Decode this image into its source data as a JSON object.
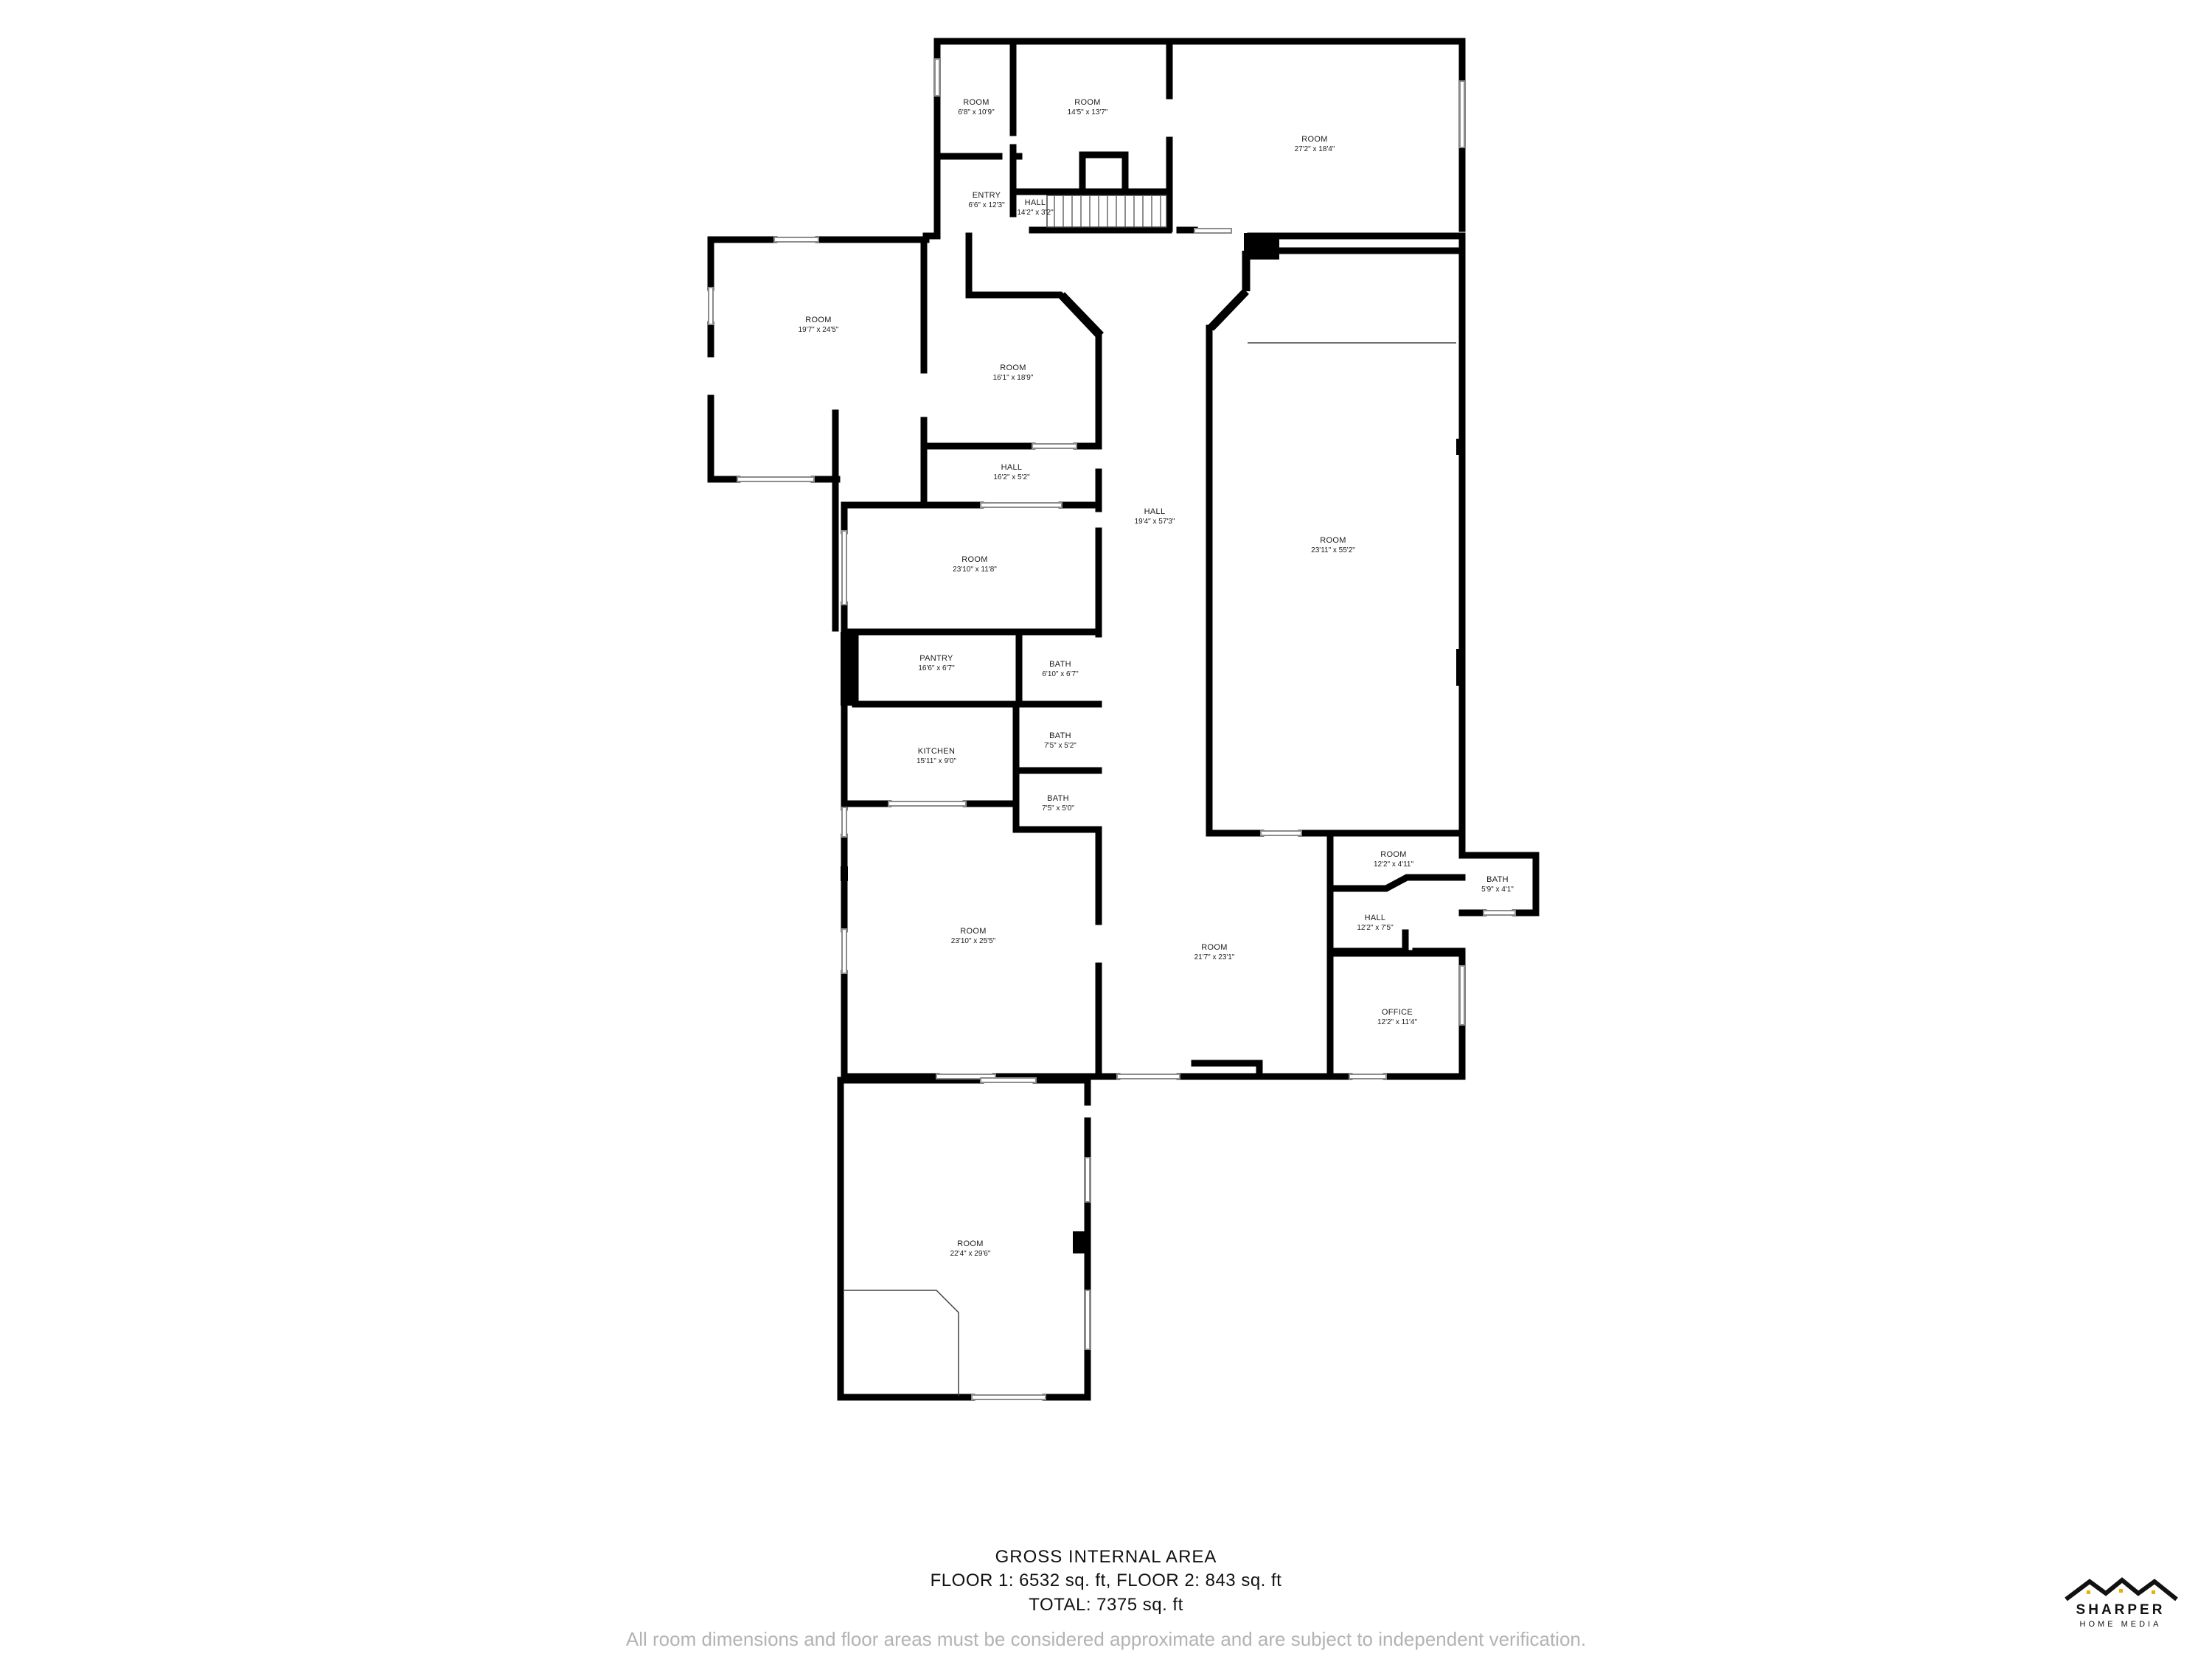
{
  "rooms": [
    {
      "name": "ROOM",
      "dim": "6'8\" x 10'9\""
    },
    {
      "name": "ROOM",
      "dim": "14'5\" x 13'7\""
    },
    {
      "name": "ROOM",
      "dim": "27'2\" x 18'4\""
    },
    {
      "name": "ENTRY",
      "dim": "6'6\" x 12'3\""
    },
    {
      "name": "HALL",
      "dim": "14'2\" x 3'2\""
    },
    {
      "name": "ROOM",
      "dim": "19'7\" x 24'5\""
    },
    {
      "name": "ROOM",
      "dim": "16'1\" x 18'9\""
    },
    {
      "name": "HALL",
      "dim": "16'2\" x 5'2\""
    },
    {
      "name": "HALL",
      "dim": "19'4\" x 57'3\""
    },
    {
      "name": "ROOM",
      "dim": "23'11\" x 55'2\""
    },
    {
      "name": "ROOM",
      "dim": "23'10\" x 11'8\""
    },
    {
      "name": "PANTRY",
      "dim": "16'6\" x 6'7\""
    },
    {
      "name": "BATH",
      "dim": "6'10\" x 6'7\""
    },
    {
      "name": "BATH",
      "dim": "7'5\" x 5'2\""
    },
    {
      "name": "KITCHEN",
      "dim": "15'11\" x 9'0\""
    },
    {
      "name": "BATH",
      "dim": "7'5\" x 5'0\""
    },
    {
      "name": "ROOM",
      "dim": "12'2\" x 4'11\""
    },
    {
      "name": "BATH",
      "dim": "5'9\" x 4'1\""
    },
    {
      "name": "HALL",
      "dim": "12'2\" x 7'5\""
    },
    {
      "name": "ROOM",
      "dim": "23'10\" x 25'5\""
    },
    {
      "name": "ROOM",
      "dim": "21'7\" x 23'1\""
    },
    {
      "name": "OFFICE",
      "dim": "12'2\" x 11'4\""
    },
    {
      "name": "ROOM",
      "dim": "22'4\" x 29'6\""
    }
  ],
  "footer": {
    "heading": "GROSS INTERNAL AREA",
    "floors": "FLOOR 1: 6532 sq. ft, FLOOR 2: 843 sq. ft",
    "total": "TOTAL: 7375 sq. ft",
    "disclaimer": "All room dimensions and floor areas must be considered approximate and are subject to independent verification."
  },
  "logo": {
    "brand": "SHARPER",
    "sub": "HOME MEDIA",
    "accent": "#e8b000"
  },
  "colors": {
    "wall": "#000000",
    "window": "#9a9a9a"
  }
}
